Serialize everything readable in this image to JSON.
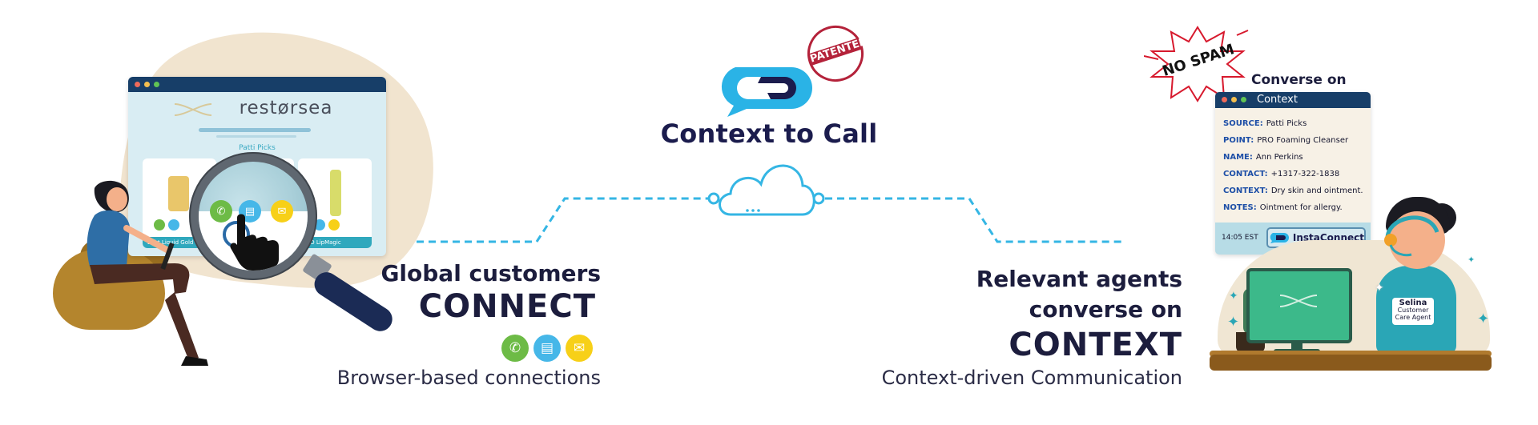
{
  "center": {
    "title": "Context to Call",
    "stamp_text": "PATENTED"
  },
  "left": {
    "browser": {
      "brand": "restørsea",
      "section_label": "Patti Picks",
      "products": [
        {
          "label": "24kt Liquid Gold N"
        },
        {
          "label": ""
        },
        {
          "label": "PRO LipMagic"
        }
      ]
    },
    "heading_line1": "Global customers",
    "heading_line2": "CONNECT",
    "subheading": "Browser-based connections",
    "contact_icons": [
      "phone-icon",
      "chat-icon",
      "mail-icon"
    ]
  },
  "right": {
    "nospam_stamp": "NO SPAM",
    "converse_label": "Converse on",
    "context_panel": {
      "title": "Context",
      "rows": [
        {
          "key": "SOURCE:",
          "value": "Patti Picks"
        },
        {
          "key": "POINT:",
          "value": "PRO Foaming Cleanser"
        },
        {
          "key": "NAME:",
          "value": "Ann Perkins"
        },
        {
          "key": "CONTACT:",
          "value": "+1317-322-1838"
        },
        {
          "key": "CONTEXT:",
          "value": "Dry skin and ointment."
        },
        {
          "key": "NOTES:",
          "value": "Ointment for allergy."
        }
      ],
      "time": "14:05 EST",
      "button_label": "InstaConnect"
    },
    "heading_line1": "Relevant agents",
    "heading_line1b": "converse on",
    "heading_line2": "CONTEXT",
    "subheading": "Context-driven Communication",
    "agent_badge": {
      "name": "Selina",
      "role": "Customer Care Agent"
    }
  },
  "colors": {
    "navy": "#1b1c4d",
    "cyan": "#2ab3e6",
    "green": "#6dbb46",
    "blue": "#46b7e8",
    "yellow": "#f7d018",
    "teal": "#2aa6b6"
  }
}
